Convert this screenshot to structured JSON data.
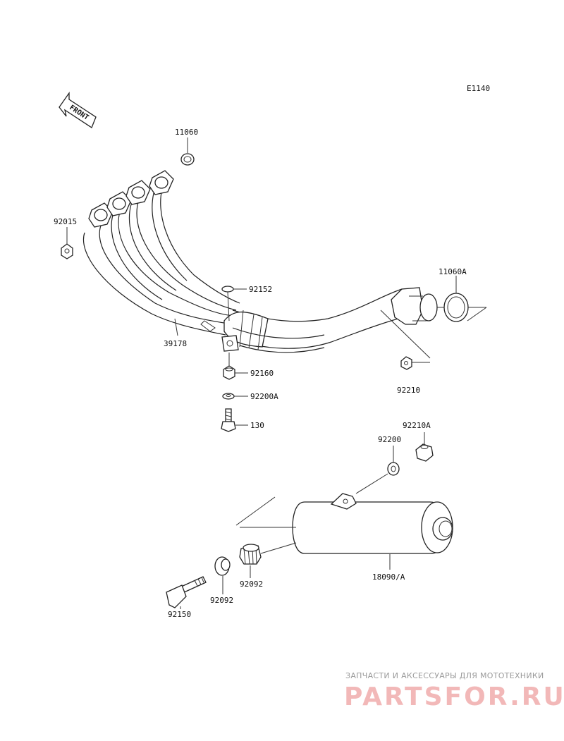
{
  "diagram": {
    "code": "E1140",
    "front_label": "FRONT",
    "parts": {
      "p11060": "11060",
      "p92015": "92015",
      "p92152": "92152",
      "p39178": "39178",
      "p11060A": "11060A",
      "p92160": "92160",
      "p92210": "92210",
      "p92200A": "92200A",
      "p130": "130",
      "p92210A": "92210A",
      "p92200": "92200",
      "p92092a": "92092",
      "p92092b": "92092",
      "p18090A": "18090/A",
      "p92150": "92150"
    }
  },
  "watermark": {
    "tagline": "ЗАПЧАСТИ И АКСЕССУАРЫ ДЛЯ МОТОТЕХНИКИ",
    "logo": "PARTSFOR.RU"
  }
}
